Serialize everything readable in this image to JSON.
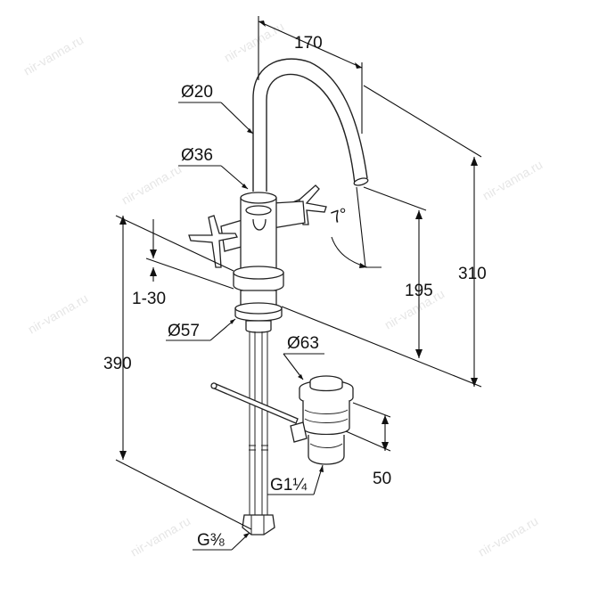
{
  "dimensions": {
    "spout_reach": "170",
    "spout_diameter": "Ø20",
    "body_diameter": "Ø36",
    "spout_angle": "7°",
    "spout_height": "195",
    "total_height": "310",
    "mounting_thickness": "1-30",
    "base_diameter": "Ø57",
    "drain_diameter": "Ø63",
    "hose_length": "390",
    "drain_thread": "G1¼",
    "drain_height": "50",
    "supply_thread": "G⅜"
  },
  "watermark": "nir-vanna.ru",
  "colors": {
    "line": "#222222",
    "watermark": "#e6e6e6"
  }
}
